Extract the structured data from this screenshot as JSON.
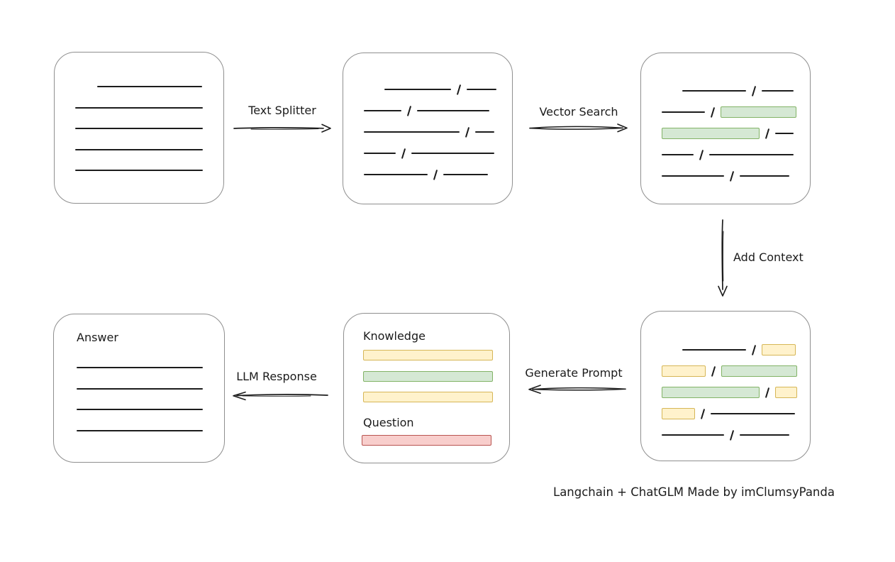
{
  "caption": "Langchain + ChatGLM Made by imClumsyPanda",
  "colors": {
    "ink": "#1c1c1c",
    "box_border": "#8f8f8f",
    "green_fill": "#d5e8d4",
    "green_border": "#82b366",
    "yellow_fill": "#fff2cc",
    "yellow_border": "#d6b656",
    "red_fill": "#f8cecc",
    "red_border": "#b85450"
  },
  "arrows": {
    "text_splitter": {
      "label": "Text Splitter"
    },
    "vector_search": {
      "label": "Vector Search"
    },
    "add_context": {
      "label": "Add Context"
    },
    "generate_prompt": {
      "label": "Generate Prompt"
    },
    "llm_response": {
      "label": "LLM Response"
    }
  },
  "boxes": {
    "source_document": {
      "lines": [
        {
          "w": 148,
          "indent": 31
        },
        {
          "w": 180
        },
        {
          "w": 180
        },
        {
          "w": 180
        },
        {
          "w": 180
        }
      ]
    },
    "split_chunks": {
      "rows": [
        [
          {
            "t": "sp",
            "w": 22
          },
          {
            "t": "ln",
            "w": 94
          },
          {
            "t": "sl"
          },
          {
            "t": "ln",
            "w": 42
          }
        ],
        [
          {
            "t": "ln",
            "w": 53
          },
          {
            "t": "sl"
          },
          {
            "t": "ln",
            "w": 102
          }
        ],
        [
          {
            "t": "ln",
            "w": 135
          },
          {
            "t": "sl"
          },
          {
            "t": "ln",
            "w": 27
          }
        ],
        [
          {
            "t": "ln",
            "w": 45
          },
          {
            "t": "sl"
          },
          {
            "t": "ln",
            "w": 117
          }
        ],
        [
          {
            "t": "ln",
            "w": 90
          },
          {
            "t": "sl"
          },
          {
            "t": "ln",
            "w": 63
          }
        ]
      ]
    },
    "matched_chunks": {
      "rows": [
        [
          {
            "t": "sp",
            "w": 22
          },
          {
            "t": "ln",
            "w": 90
          },
          {
            "t": "sl"
          },
          {
            "t": "ln",
            "w": 45
          }
        ],
        [
          {
            "t": "ln",
            "w": 61
          },
          {
            "t": "sl"
          },
          {
            "t": "chip",
            "c": "green",
            "w": 107
          }
        ],
        [
          {
            "t": "chip",
            "c": "green",
            "w": 138
          },
          {
            "t": "sl"
          },
          {
            "t": "ln",
            "w": 26
          }
        ],
        [
          {
            "t": "ln",
            "w": 45
          },
          {
            "t": "sl"
          },
          {
            "t": "ln",
            "w": 119
          }
        ],
        [
          {
            "t": "ln",
            "w": 88
          },
          {
            "t": "sl"
          },
          {
            "t": "ln",
            "w": 70
          }
        ]
      ]
    },
    "context_chunks": {
      "rows": [
        [
          {
            "t": "sp",
            "w": 22
          },
          {
            "t": "ln",
            "w": 90
          },
          {
            "t": "sl"
          },
          {
            "t": "chip",
            "c": "yellow",
            "w": 48
          }
        ],
        [
          {
            "t": "chip",
            "c": "yellow",
            "w": 62
          },
          {
            "t": "sl"
          },
          {
            "t": "chip",
            "c": "green",
            "w": 107
          }
        ],
        [
          {
            "t": "chip",
            "c": "green",
            "w": 138
          },
          {
            "t": "sl"
          },
          {
            "t": "chip",
            "c": "yellow",
            "w": 31
          }
        ],
        [
          {
            "t": "chip",
            "c": "yellow",
            "w": 47
          },
          {
            "t": "sl"
          },
          {
            "t": "ln",
            "w": 119
          }
        ],
        [
          {
            "t": "ln",
            "w": 88
          },
          {
            "t": "sl"
          },
          {
            "t": "ln",
            "w": 70
          }
        ]
      ]
    },
    "prompt": {
      "knowledge_label": "Knowledge",
      "question_label": "Question",
      "knowledge_bars": [
        {
          "c": "yellow"
        },
        {
          "c": "green"
        },
        {
          "c": "yellow"
        }
      ],
      "question_bars": [
        {
          "c": "red"
        }
      ]
    },
    "answer": {
      "label": "Answer",
      "lines": [
        {
          "w": 178
        },
        {
          "w": 178
        },
        {
          "w": 178
        },
        {
          "w": 178
        }
      ]
    }
  }
}
